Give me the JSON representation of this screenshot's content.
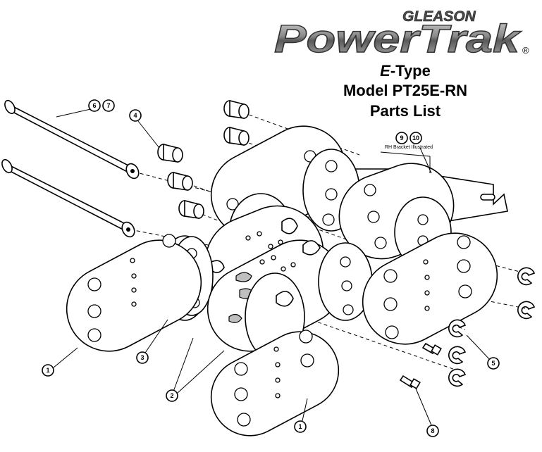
{
  "logo": {
    "brand_top": "GLEASON",
    "brand_main": "PowerTrak",
    "registered": "®"
  },
  "title": {
    "type_prefix": "E",
    "type_suffix": "-Type",
    "model": "Model PT25E-RN",
    "list": "Parts List"
  },
  "bracket_note": "RH Bracket Illustrated",
  "callouts": {
    "c1a": "1",
    "c1b": "1",
    "c2": "2",
    "c3": "3",
    "c4": "4",
    "c5": "5",
    "c6": "6",
    "c7": "7",
    "c8": "8",
    "c9": "9",
    "c10": "10"
  }
}
